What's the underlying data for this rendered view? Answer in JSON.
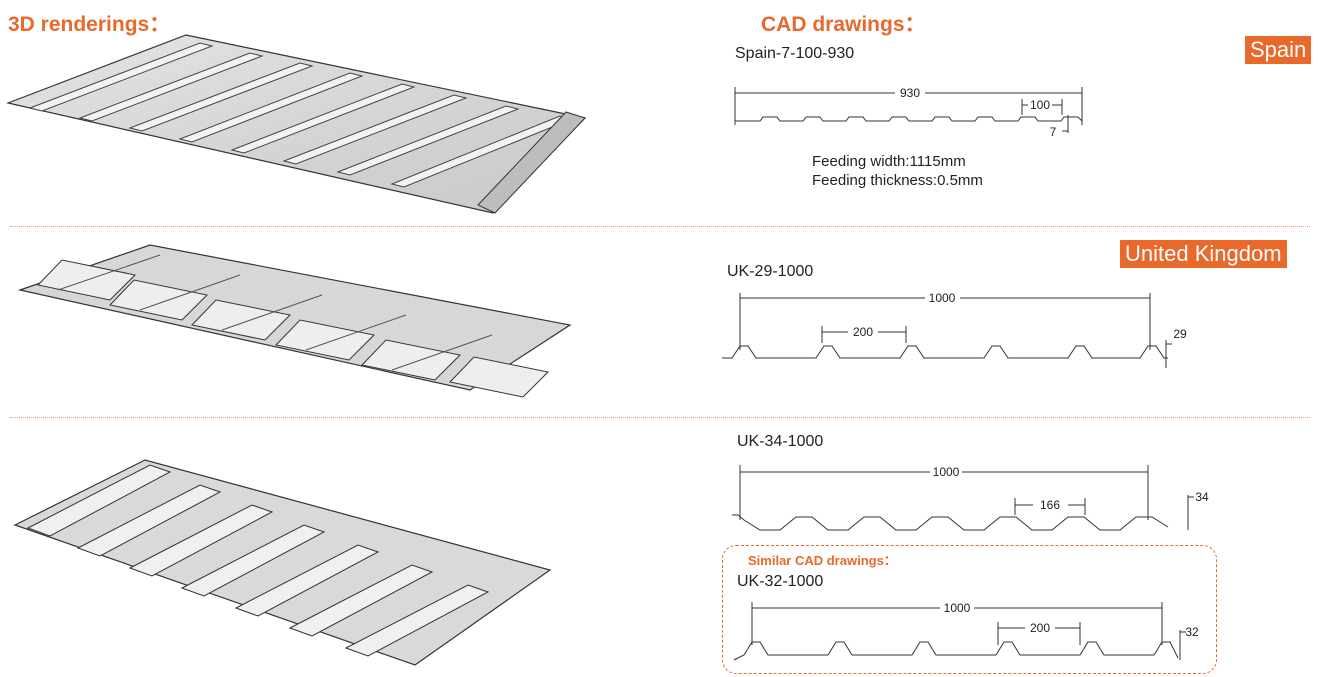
{
  "headings": {
    "renderings": "3D renderings：",
    "cad": "CAD drawings："
  },
  "colors": {
    "accent": "#e8692a",
    "line": "#333333",
    "sheet": "#d9d9d9"
  },
  "sections": [
    {
      "country": "Spain",
      "profile": "Spain-7-100-930",
      "dims": {
        "total": "930",
        "pitch": "100",
        "height": "7"
      },
      "notes": [
        "Feeding width:1115mm",
        "Feeding thickness:0.5mm"
      ]
    },
    {
      "country": "United Kingdom",
      "profile": "UK-29-1000",
      "dims": {
        "total": "1000",
        "pitch": "200",
        "height": "29"
      }
    },
    {
      "profile": "UK-34-1000",
      "dims": {
        "total": "1000",
        "pitch": "166",
        "height": "34"
      },
      "similar": {
        "title": "Similar CAD drawings：",
        "profile": "UK-32-1000",
        "dims": {
          "total": "1000",
          "pitch": "200",
          "height": "32"
        }
      }
    }
  ]
}
